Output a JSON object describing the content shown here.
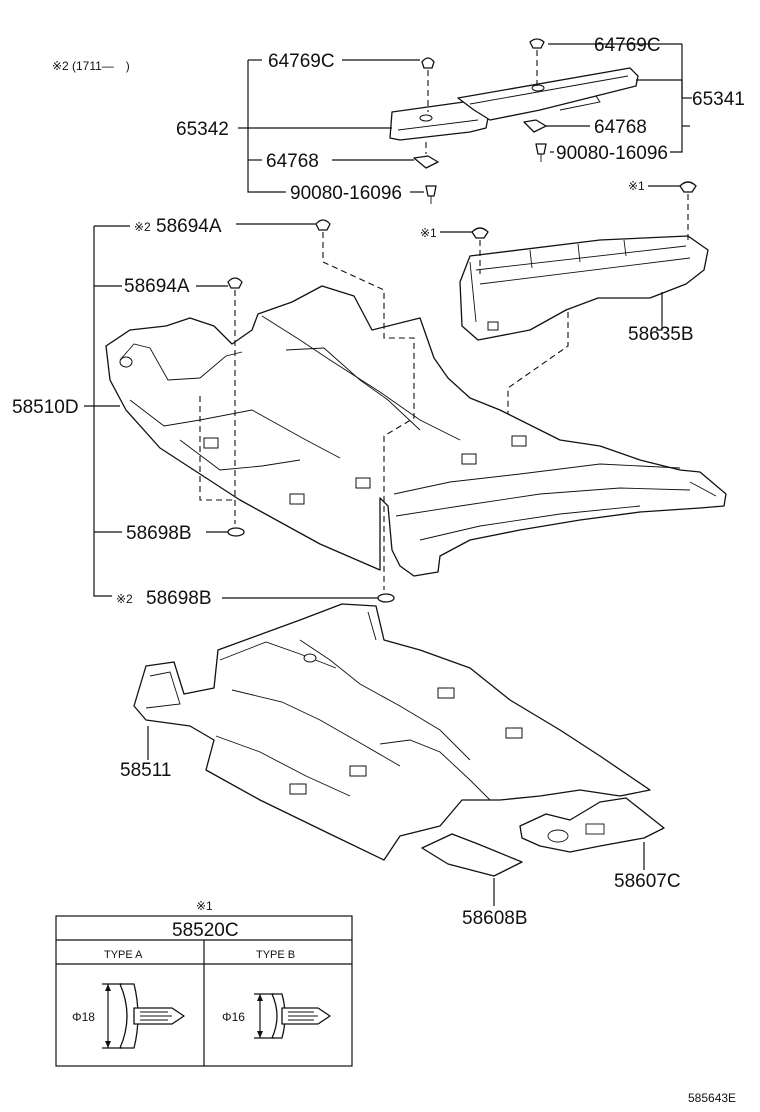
{
  "header_note": {
    "mark": "※2",
    "text": "(1711—　)"
  },
  "labels": {
    "p64769c_a": "64769C",
    "p64769c_b": "64769C",
    "p65341": "65341",
    "p65342": "65342",
    "p64768_a": "64768",
    "p64768_b": "64768",
    "p90080_a": "90080-16096",
    "p90080_b": "90080-16096",
    "p58694a_a": "58694A",
    "p58694a_b": "58694A",
    "p58635b": "58635B",
    "p58510d": "58510D",
    "p58698b_a": "58698B",
    "p58698b_b": "58698B",
    "p58511": "58511",
    "p58607c": "58607C",
    "p58608b": "58608B"
  },
  "marks": {
    "note1_a": "※1",
    "note1_b": "※1",
    "note2_a": "※2",
    "note2_b": "※2"
  },
  "inset_table": {
    "note_mark": "※1",
    "part_number": "58520C",
    "columns": [
      {
        "type_label": "TYPE A",
        "diameter": "Φ18"
      },
      {
        "type_label": "TYPE B",
        "diameter": "Φ16"
      }
    ]
  },
  "figure_id": "585643E"
}
